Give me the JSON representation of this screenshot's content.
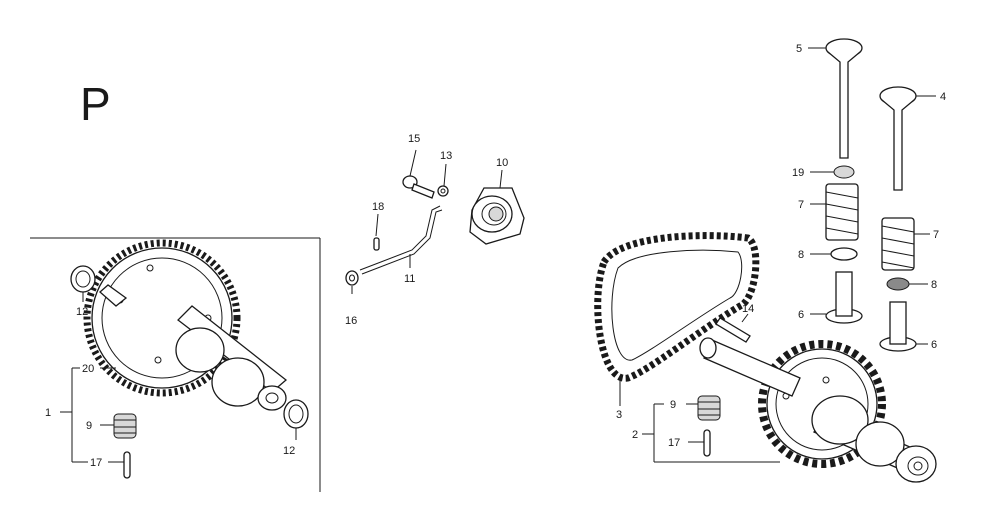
{
  "diagram": {
    "section_letter": "P",
    "colors": {
      "ink": "#1a1a1a",
      "paper": "#ffffff",
      "shade": "#d8d8d8"
    },
    "callouts": {
      "c1": "1",
      "c2": "2",
      "c3": "3",
      "c4": "4",
      "c5": "5",
      "c6a": "6",
      "c6b": "6",
      "c7a": "7",
      "c7b": "7",
      "c8a": "8",
      "c8b": "8",
      "c9a": "9",
      "c9b": "9",
      "c10": "10",
      "c11": "11",
      "c12a": "12",
      "c12b": "12",
      "c13": "13",
      "c14": "14",
      "c15": "15",
      "c16": "16",
      "c17a": "17",
      "c17b": "17",
      "c18": "18",
      "c19": "19",
      "c20": "20"
    }
  }
}
